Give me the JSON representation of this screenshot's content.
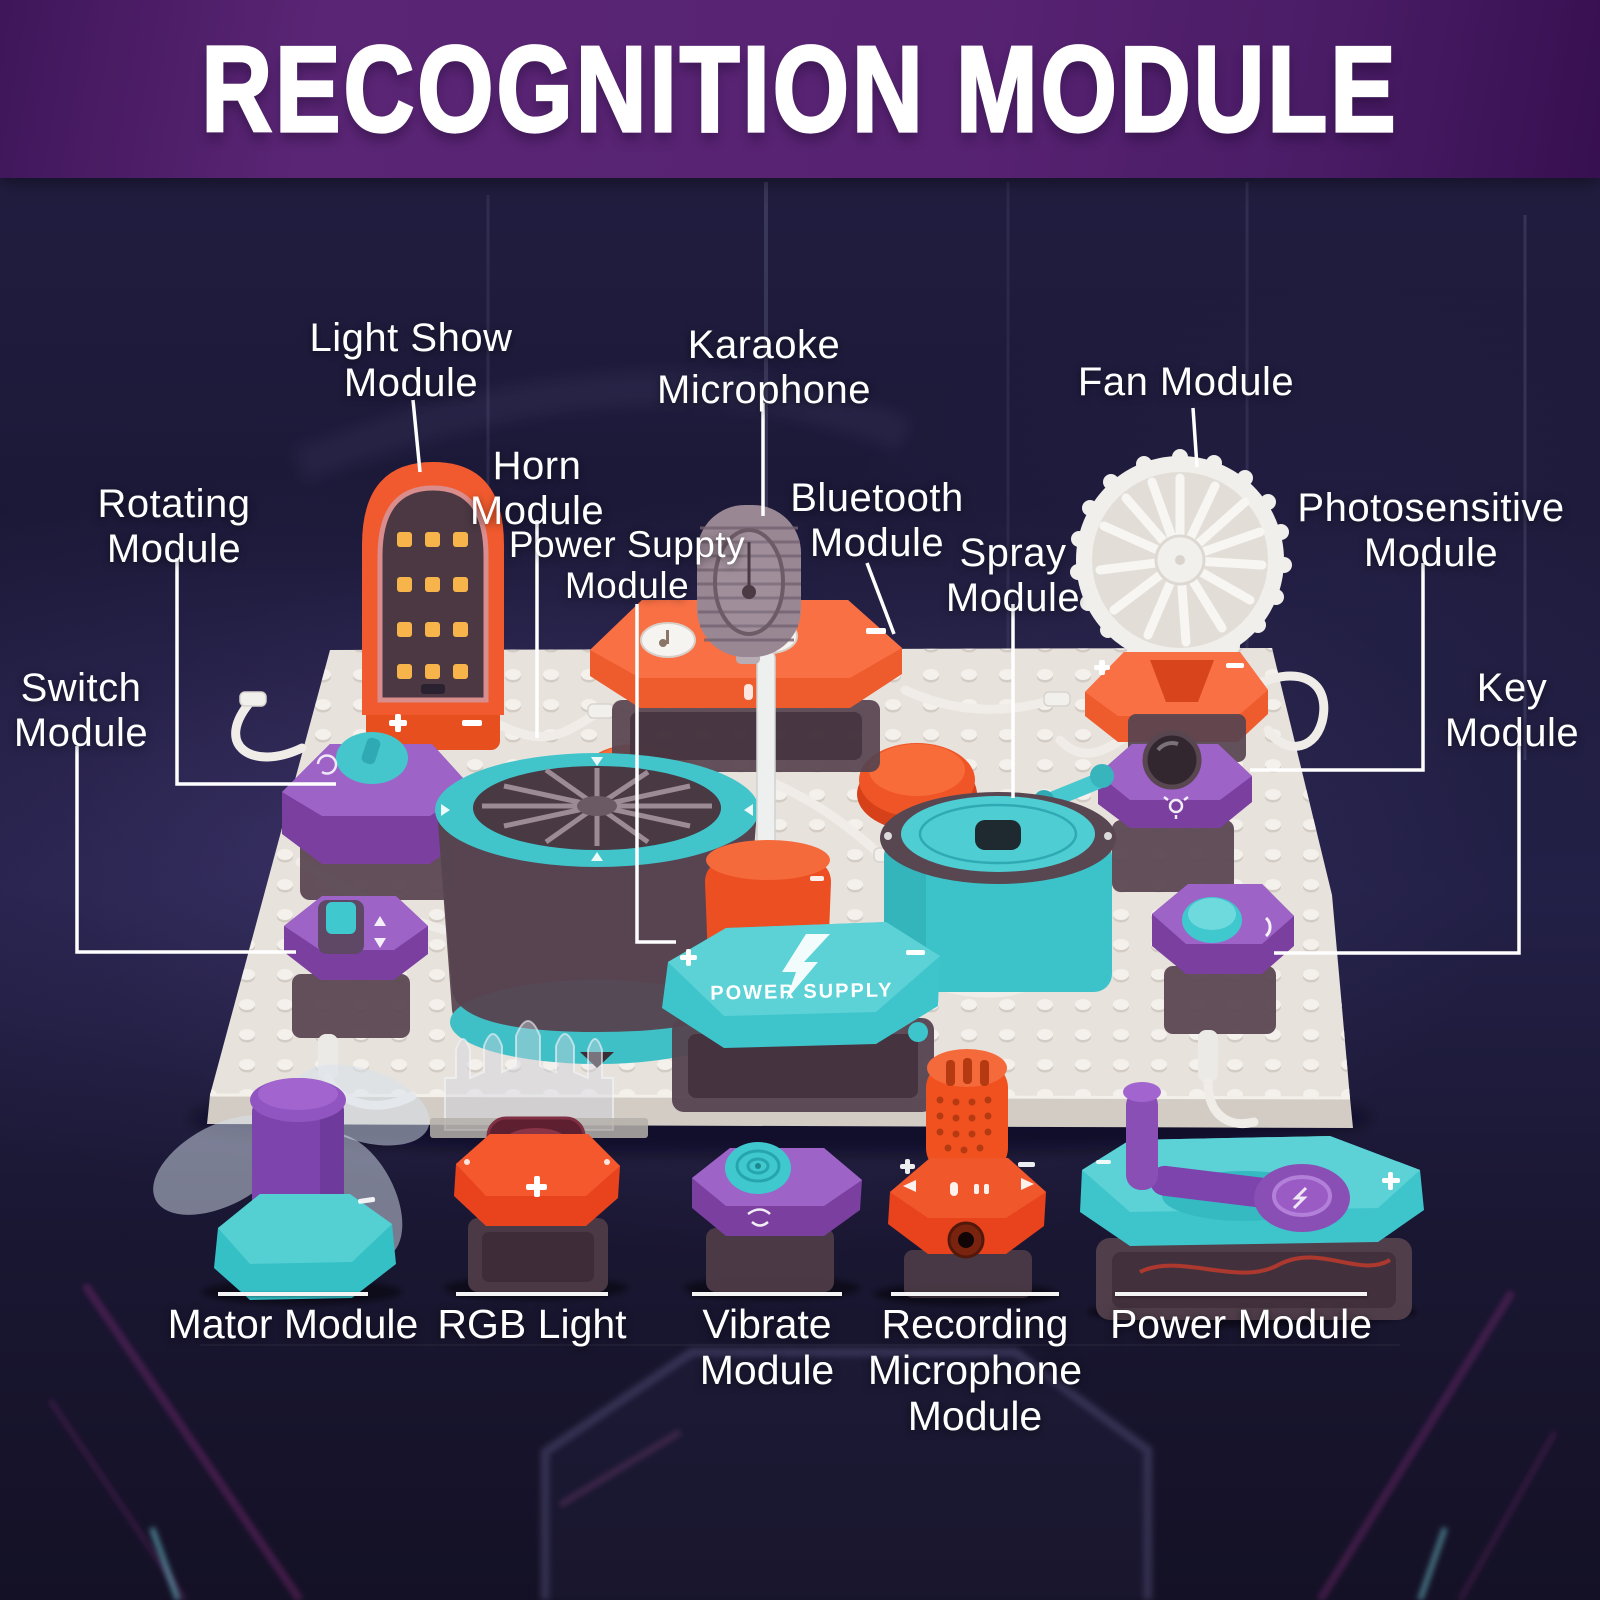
{
  "title": "RECOGNITION MODULE",
  "scene": {
    "power_supply_text": "POWER SUPPLY"
  },
  "callouts": [
    {
      "id": "light-show",
      "text": "Light Show\nModule"
    },
    {
      "id": "karaoke",
      "text": "Karaoke\nMicrophone"
    },
    {
      "id": "fan",
      "text": "Fan Module"
    },
    {
      "id": "rotating",
      "text": "Rotating\nModule"
    },
    {
      "id": "horn",
      "text": "Horn\nModule"
    },
    {
      "id": "power-suppty",
      "text": "Power Suppty\nModule"
    },
    {
      "id": "bluetooth",
      "text": "Bluetooth\nModule"
    },
    {
      "id": "spray",
      "text": "Spray\nModule"
    },
    {
      "id": "photosensitive",
      "text": "Photosensitive\nModule"
    },
    {
      "id": "switch",
      "text": "Switch\nModule"
    },
    {
      "id": "key",
      "text": "Key\nModule"
    }
  ],
  "bottom_labels": [
    {
      "id": "mator",
      "text": "Mator Module"
    },
    {
      "id": "rgb-light",
      "text": "RGB Light"
    },
    {
      "id": "vibrate",
      "text": "Vibrate\nModule"
    },
    {
      "id": "recording",
      "text": "Recording\nMicrophone\nModule"
    },
    {
      "id": "power",
      "text": "Power Module"
    }
  ],
  "colors": {
    "banner_purple": "#53206e",
    "background_navy": "#1c1837",
    "teal": "#3ec5cb",
    "orange": "#ee5b2d",
    "red_orange": "#e8431c",
    "module_purple": "#8a4fb5",
    "board_white": "#e7e2db",
    "dark_translucent": "#574450",
    "label_text": "#ffffff"
  }
}
